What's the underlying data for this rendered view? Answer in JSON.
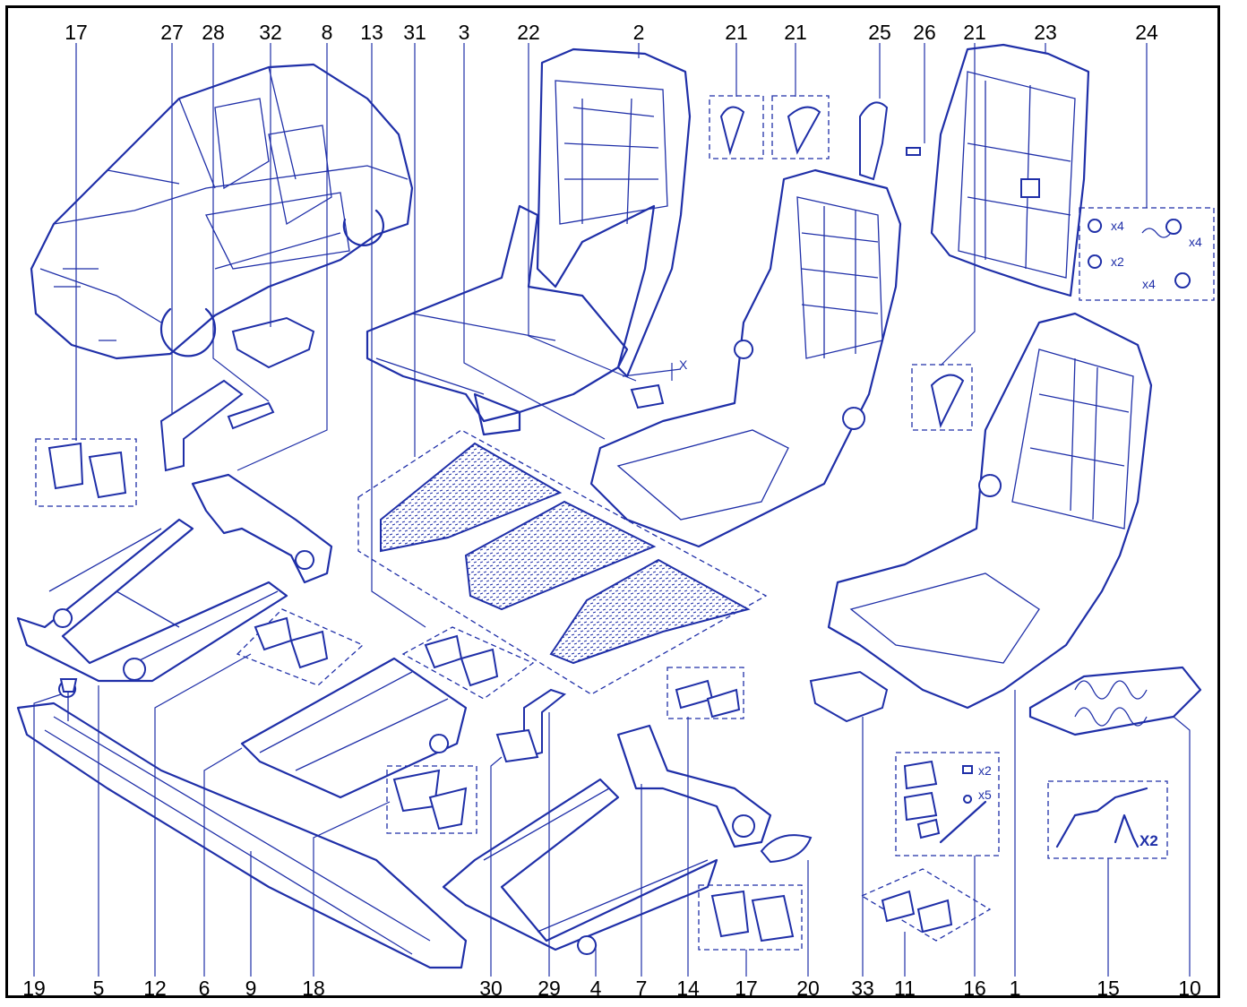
{
  "diagram": {
    "colors": {
      "line": "#1f2fa8",
      "label": "#000000",
      "background": "#ffffff"
    },
    "top_labels": [
      "17",
      "27",
      "28",
      "32",
      "8",
      "13",
      "31",
      "3",
      "22",
      "2",
      "21",
      "21",
      "25",
      "26",
      "21",
      "23",
      "24"
    ],
    "bottom_labels": [
      "19",
      "5",
      "12",
      "6",
      "9",
      "18",
      "30",
      "29",
      "4",
      "7",
      "14",
      "17",
      "20",
      "33",
      "11",
      "16",
      "1",
      "15",
      "10"
    ],
    "annotations": {
      "axis_marker": "X",
      "x4_a": "x4",
      "x2_a": "x2",
      "x4_b": "x4",
      "x4_c": "x4",
      "x2_b": "x2",
      "x5": "x5",
      "x2_c": "X2"
    }
  }
}
